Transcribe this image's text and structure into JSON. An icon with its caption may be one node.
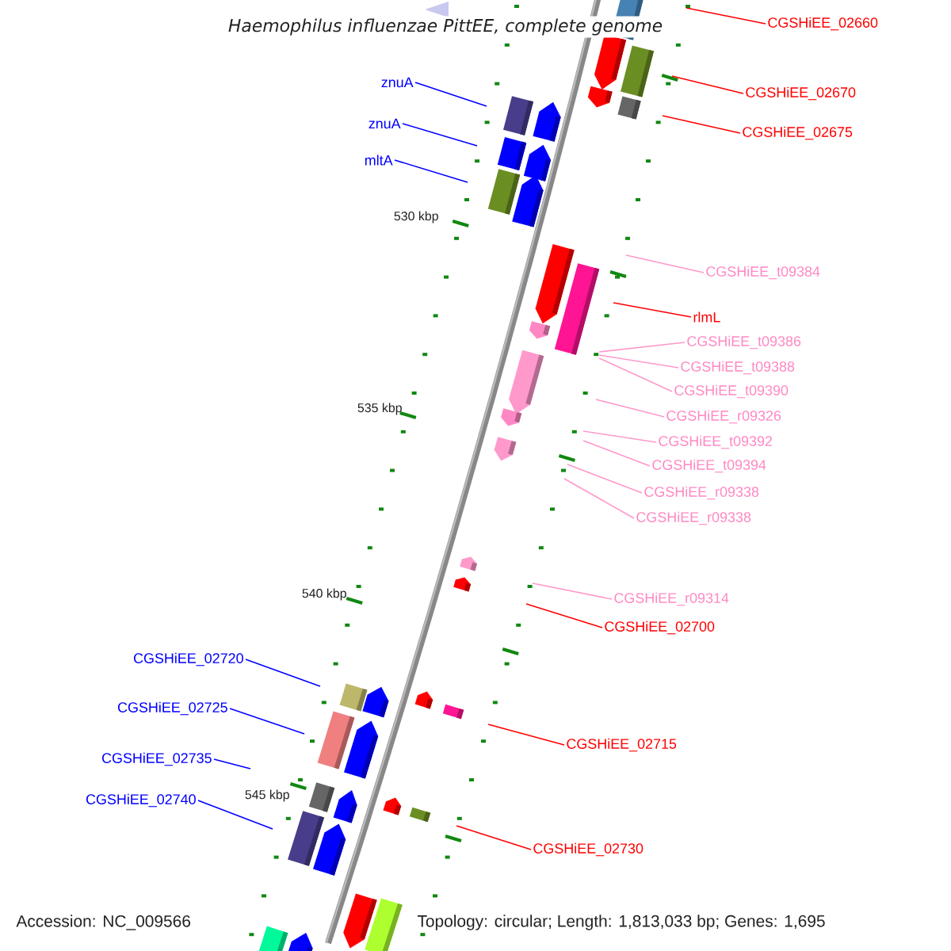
{
  "diagram": {
    "title": "Haemophilus influenzae PittEE, complete genome",
    "nodes": [
      {
        "text": [
          "CGSHiEE_02660"
        ]
      },
      {
        "text": [
          "znuA"
        ]
      },
      {
        "text": [
          "CGSHiEE_02670"
        ]
      },
      {
        "text": [
          "znuA"
        ]
      },
      {
        "text": [
          "CGSHiEE_02675"
        ]
      },
      {
        "text": [
          "mltA"
        ]
      },
      {
        "text": [
          "CGSHiEE_t09384"
        ]
      },
      {
        "text": [
          "rlmL"
        ]
      },
      {
        "text": [
          "CGSHiEE_t09386"
        ]
      },
      {
        "text": [
          "CGSHiEE_t09388"
        ]
      },
      {
        "text": [
          "CGSHiEE_t09390"
        ]
      },
      {
        "text": [
          "CGSHiEE_r09326"
        ]
      },
      {
        "text": [
          "CGSHiEE_t09392"
        ]
      },
      {
        "text": [
          "CGSHiEE_t09394"
        ]
      },
      {
        "text": [
          "CGSHiEE_r09338"
        ]
      },
      {
        "text": [
          "CGSHiEE_r09338"
        ]
      },
      {
        "text": [
          "CGSHiEE_r09314"
        ]
      },
      {
        "text": [
          "CGSHiEE_02700"
        ]
      },
      {
        "text": [
          "CGSHiEE_02720"
        ]
      },
      {
        "text": [
          "CGSHiEE_02725"
        ]
      },
      {
        "text": [
          "CGSHiEE_02715"
        ]
      },
      {
        "text": [
          "CGSHiEE_02735"
        ]
      },
      {
        "text": [
          "CGSHiEE_02740"
        ]
      },
      {
        "text": [
          "CGSHiEE_02730"
        ]
      }
    ],
    "edges": [
      {
        "from": 0,
        "to": null,
        "arrow": "none",
        "color": "#ff0000"
      },
      {
        "from": 1,
        "to": null,
        "arrow": "none",
        "color": "#0000ff"
      },
      {
        "from": 2,
        "to": null,
        "arrow": "none",
        "color": "#ff0000"
      },
      {
        "from": 3,
        "to": null,
        "arrow": "none",
        "color": "#0000ff"
      },
      {
        "from": 4,
        "to": null,
        "arrow": "none",
        "color": "#ff0000"
      },
      {
        "from": 5,
        "to": null,
        "arrow": "none",
        "color": "#0000ff"
      },
      {
        "from": 6,
        "to": null,
        "arrow": "none",
        "color": "#ff99cc"
      },
      {
        "from": 7,
        "to": null,
        "arrow": "none",
        "color": "#ff0000"
      },
      {
        "from": 8,
        "to": null,
        "arrow": "none",
        "color": "#ff99cc"
      },
      {
        "from": 9,
        "to": null,
        "arrow": "none",
        "color": "#ff99cc"
      },
      {
        "from": 10,
        "to": null,
        "arrow": "none",
        "color": "#ff99cc"
      },
      {
        "from": 11,
        "to": null,
        "arrow": "none",
        "color": "#ff99cc"
      },
      {
        "from": 12,
        "to": null,
        "arrow": "none",
        "color": "#ff99cc"
      },
      {
        "from": 13,
        "to": null,
        "arrow": "none",
        "color": "#ff99cc"
      },
      {
        "from": 14,
        "to": null,
        "arrow": "none",
        "color": "#ff99cc"
      },
      {
        "from": 15,
        "to": null,
        "arrow": "none",
        "color": "#ff99cc"
      },
      {
        "from": 16,
        "to": null,
        "arrow": "none",
        "color": "#ff99cc"
      },
      {
        "from": 17,
        "to": null,
        "arrow": "none",
        "color": "#ff0000"
      },
      {
        "from": 18,
        "to": null,
        "arrow": "none",
        "color": "#0000ff"
      },
      {
        "from": 19,
        "to": null,
        "arrow": "none",
        "color": "#0000ff"
      },
      {
        "from": 20,
        "to": null,
        "arrow": "none",
        "color": "#ff0000"
      },
      {
        "from": 21,
        "to": null,
        "arrow": "none",
        "color": "#0000ff"
      },
      {
        "from": 22,
        "to": null,
        "arrow": "none",
        "color": "#0000ff"
      },
      {
        "from": 23,
        "to": null,
        "arrow": "none",
        "color": "#ff0000"
      }
    ],
    "labels": [
      "530 kbp",
      "535 kbp",
      "540 kbp",
      "545 kbp",
      "Accession: NC_009566",
      "Topology: circular; Length: 1,813,033 bp; Genes: 1,695"
    ]
  }
}
